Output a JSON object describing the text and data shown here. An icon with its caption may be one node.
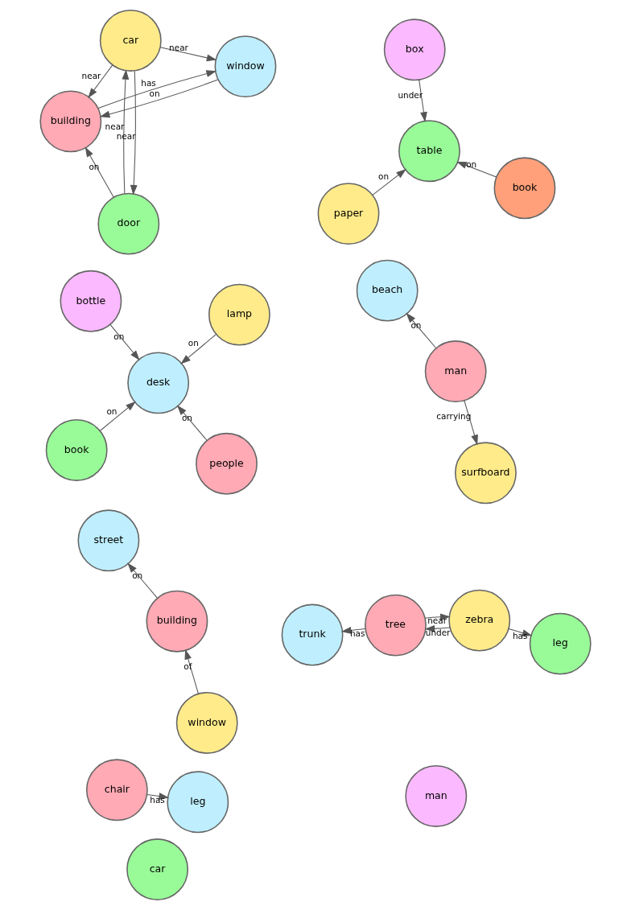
{
  "diagram": {
    "nodes": [
      {
        "text": [
          "paper"
        ]
      },
      {
        "text": [
          "book"
        ]
      },
      {
        "text": [
          "table"
        ]
      },
      {
        "text": [
          "chair"
        ]
      },
      {
        "text": [
          "leg"
        ]
      },
      {
        "text": [
          "box"
        ]
      },
      {
        "text": [
          "beach"
        ]
      },
      {
        "text": [
          "man"
        ]
      },
      {
        "text": [
          "surfboard"
        ]
      },
      {
        "text": [
          "street"
        ]
      },
      {
        "text": [
          "man"
        ]
      },
      {
        "text": [
          "building"
        ]
      },
      {
        "text": [
          "car"
        ]
      },
      {
        "text": [
          "window"
        ]
      },
      {
        "text": [
          "book"
        ]
      },
      {
        "text": [
          "people"
        ]
      },
      {
        "text": [
          "desk"
        ]
      },
      {
        "text": [
          "bottle"
        ]
      },
      {
        "text": [
          "lamp"
        ]
      },
      {
        "text": [
          "building"
        ]
      },
      {
        "text": [
          "window"
        ]
      },
      {
        "text": [
          "door"
        ]
      },
      {
        "text": [
          "car"
        ]
      },
      {
        "text": [
          "trunk"
        ]
      },
      {
        "text": [
          "tree"
        ]
      },
      {
        "text": [
          "leg"
        ]
      },
      {
        "text": [
          "zebra"
        ]
      }
    ],
    "edges": [
      {
        "from": 0,
        "to": 2,
        "label": "on",
        "arrow": "to"
      },
      {
        "from": 1,
        "to": 2,
        "label": "on",
        "arrow": "to"
      },
      {
        "from": 5,
        "to": 2,
        "label": "under",
        "arrow": "to"
      },
      {
        "from": 3,
        "to": 4,
        "label": "has",
        "arrow": "to"
      },
      {
        "from": 7,
        "to": 6,
        "label": "on",
        "arrow": "to"
      },
      {
        "from": 7,
        "to": 8,
        "label": "carrying",
        "arrow": "to"
      },
      {
        "from": 11,
        "to": 9,
        "label": "on",
        "arrow": "to"
      },
      {
        "from": 13,
        "to": 11,
        "label": "of",
        "arrow": "to"
      },
      {
        "from": 14,
        "to": 16,
        "label": "on",
        "arrow": "to"
      },
      {
        "from": 15,
        "to": 16,
        "label": "on",
        "arrow": "to"
      },
      {
        "from": 17,
        "to": 16,
        "label": "on",
        "arrow": "to"
      },
      {
        "from": 18,
        "to": 16,
        "label": "on",
        "arrow": "to"
      },
      {
        "from": 19,
        "to": 20,
        "label": "has",
        "arrow": "to"
      },
      {
        "from": 20,
        "to": 19,
        "label": "on",
        "arrow": "to"
      },
      {
        "from": 21,
        "to": 19,
        "label": "on",
        "arrow": "to"
      },
      {
        "from": 22,
        "to": 19,
        "label": "near",
        "arrow": "to"
      },
      {
        "from": 21,
        "to": 22,
        "label": "near",
        "arrow": "to"
      },
      {
        "from": 22,
        "to": 21,
        "label": "near",
        "arrow": "to"
      },
      {
        "from": 22,
        "to": 20,
        "label": "near",
        "arrow": "to"
      },
      {
        "from": 24,
        "to": 26,
        "label": "near",
        "arrow": "to"
      },
      {
        "from": 26,
        "to": 24,
        "label": "under",
        "arrow": "to"
      },
      {
        "from": 24,
        "to": 23,
        "label": "has",
        "arrow": "to"
      },
      {
        "from": 26,
        "to": 25,
        "label": "has",
        "arrow": "to"
      }
    ]
  }
}
